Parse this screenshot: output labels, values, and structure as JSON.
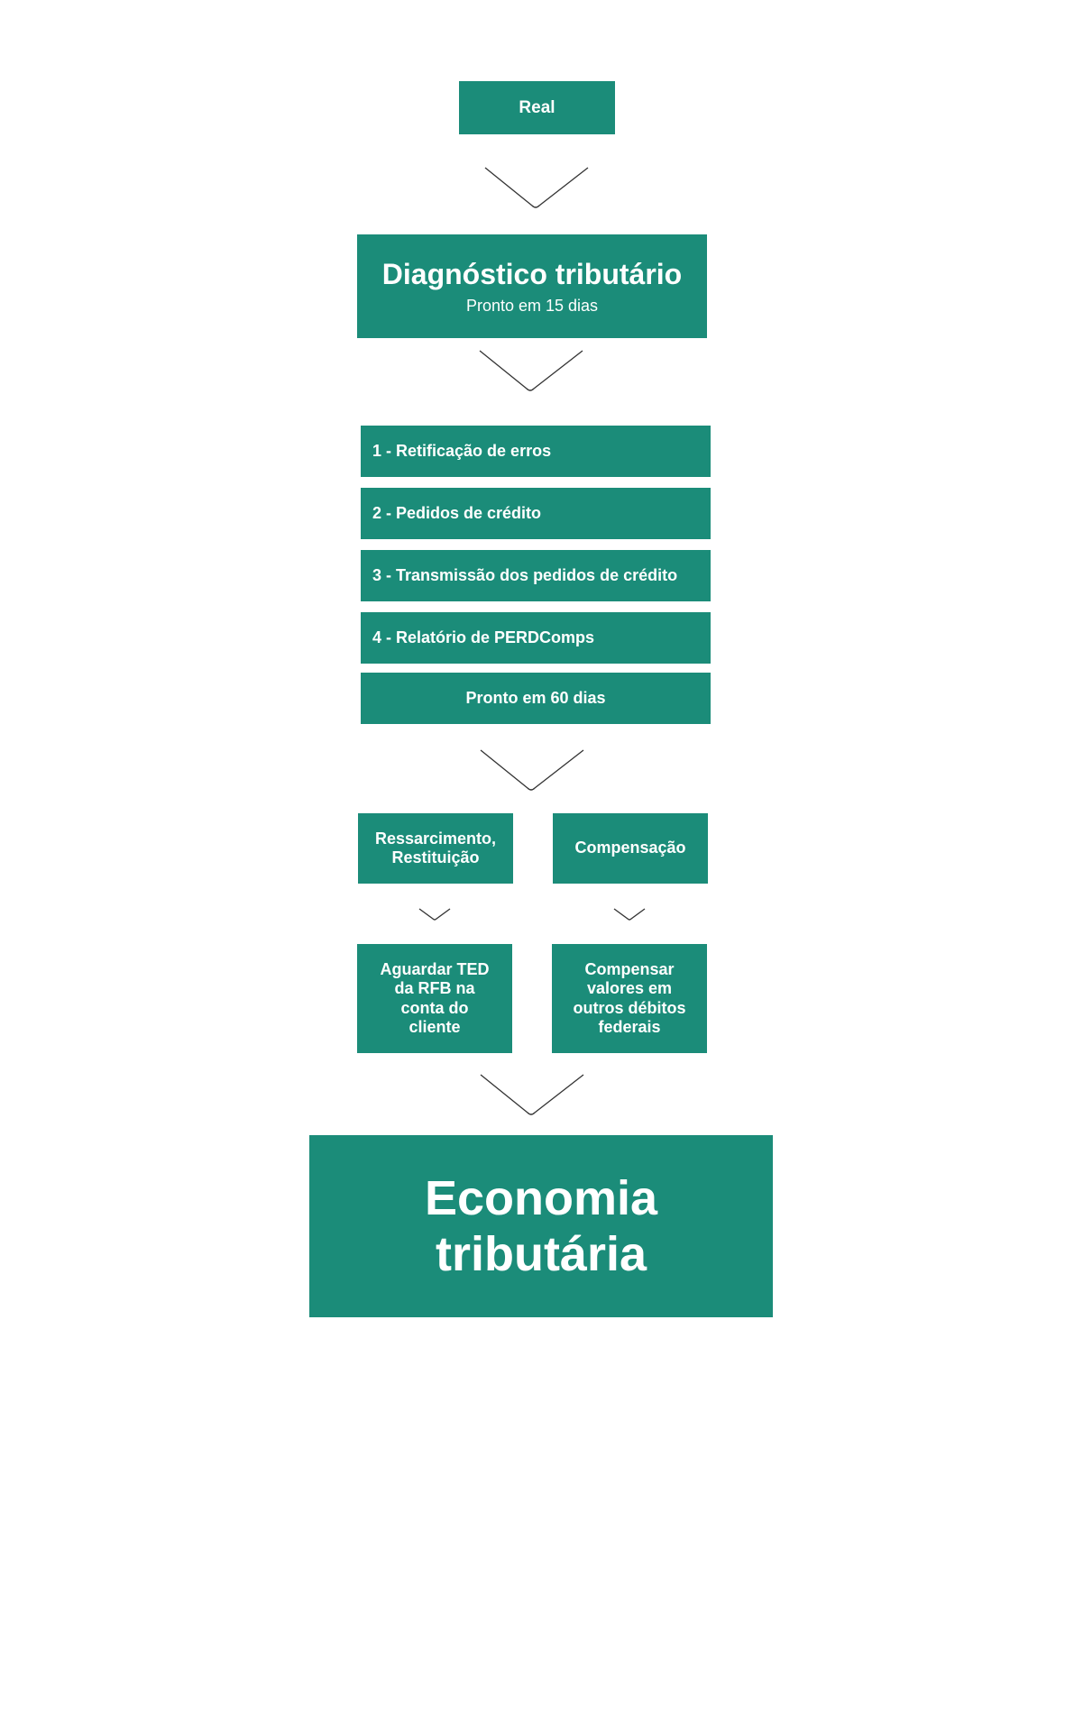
{
  "flow": {
    "start": {
      "label": "Real"
    },
    "diagnostic": {
      "title": "Diagnóstico tributário",
      "subtitle": "Pronto em 15 dias"
    },
    "steps": [
      {
        "label": "1 - Retificação de erros"
      },
      {
        "label": "2 - Pedidos de crédito"
      },
      {
        "label": "3 - Transmissão dos pedidos de crédito"
      },
      {
        "label": "4 - Relatório de PERDComps"
      }
    ],
    "steps_ready": {
      "label": "Pronto em 60 dias"
    },
    "branches": [
      {
        "label_lines": [
          "Ressarcimento,",
          "Restituição"
        ],
        "result_lines": [
          "Aguardar TED",
          "da RFB na",
          "conta do",
          "cliente"
        ]
      },
      {
        "label_lines": [
          "Compensação"
        ],
        "result_lines": [
          "Compensar",
          "valores em",
          "outros débitos",
          "federais"
        ]
      }
    ],
    "final": {
      "lines": [
        "Economia",
        "tributária"
      ]
    }
  },
  "colors": {
    "box_fill": "#1b8c79",
    "box_text": "#ffffff",
    "arrow_stroke": "#333333",
    "background": "#ffffff"
  },
  "icons": {
    "arrow": "chevron-down-icon"
  }
}
